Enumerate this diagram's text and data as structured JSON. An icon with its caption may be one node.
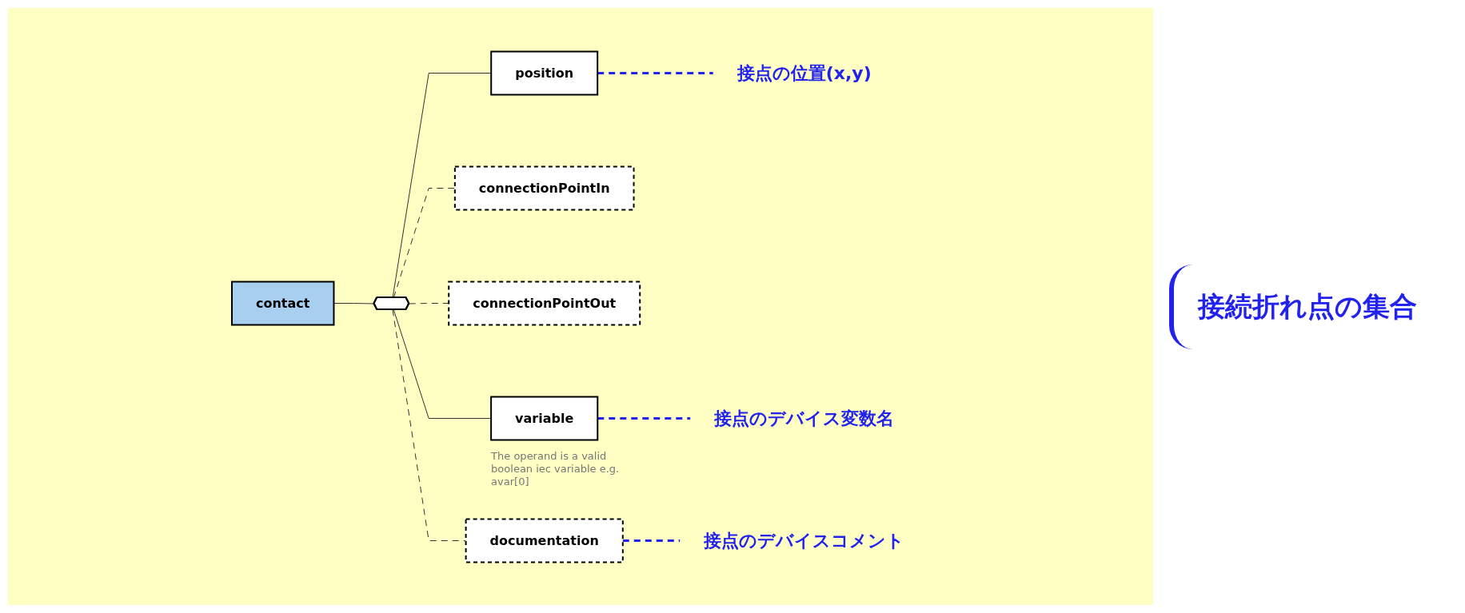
{
  "diagram": {
    "nodes": [
      {
        "text": [
          "contact"
        ]
      },
      {
        "text": [],
        "shape": "octagon"
      },
      {
        "text": [
          "position"
        ]
      },
      {
        "text": [
          "connectionPointIn"
        ]
      },
      {
        "text": [
          "connectionPointOut"
        ]
      },
      {
        "text": [
          "variable"
        ],
        "beside": [
          "The operand is a valid boolean iec variable e.g. avar[0]"
        ]
      },
      {
        "text": [
          "documentation"
        ]
      },
      {
        "text": [
          "接点の位置(x,y)"
        ]
      },
      {
        "text": [
          "接点のデバイス変数名"
        ]
      },
      {
        "text": [
          "接点のデバイスコメント"
        ]
      }
    ],
    "edges": [
      {
        "from": 0,
        "to": 1,
        "arrow": "none"
      },
      {
        "from": 1,
        "to": 2,
        "arrow": "none"
      },
      {
        "from": 1,
        "to": 3,
        "arrow": "none",
        "style": "dashed"
      },
      {
        "from": 1,
        "to": 4,
        "arrow": "none",
        "style": "dashed"
      },
      {
        "from": 1,
        "to": 5,
        "arrow": "none"
      },
      {
        "from": 1,
        "to": 6,
        "arrow": "none",
        "style": "dashed"
      },
      {
        "from": 2,
        "to": 7,
        "arrow": "none",
        "style": "dashed",
        "color": "#2222ee"
      },
      {
        "from": 5,
        "to": 8,
        "arrow": "none",
        "style": "dashed",
        "color": "#2222ee"
      },
      {
        "from": 6,
        "to": 9,
        "arrow": "none",
        "style": "dashed",
        "color": "#2222ee"
      }
    ],
    "labels": [
      "接続折れ点の集合"
    ]
  }
}
